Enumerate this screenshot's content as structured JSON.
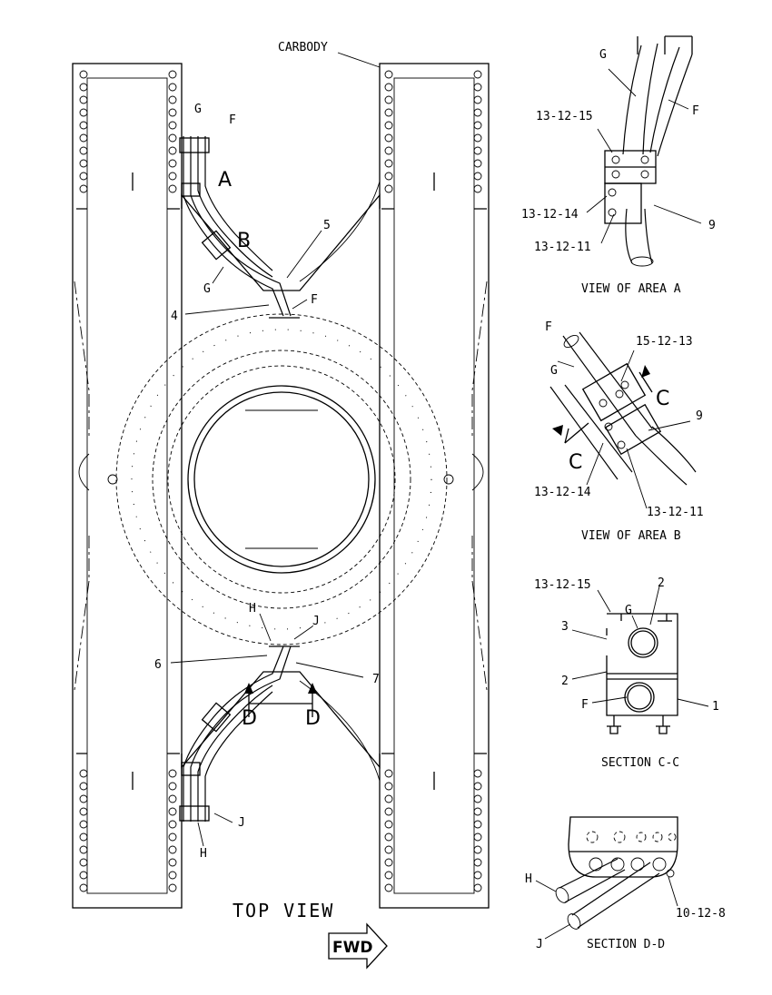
{
  "top_view": {
    "title": "TOP VIEW",
    "carbody_label": "CARBODY",
    "fwd_label": "FWD",
    "callouts": {
      "g_upper": "G",
      "f_upper": "F",
      "area_a": "A",
      "area_b": "B",
      "item_5": "5",
      "g_mid": "G",
      "item_4": "4",
      "f_mid": "F",
      "h_mid": "H",
      "j_mid": "J",
      "item_6": "6",
      "item_7": "7",
      "section_d_left": "D",
      "section_d_right": "D",
      "j_lower": "J",
      "h_lower": "H"
    }
  },
  "view_area_a": {
    "title": "VIEW OF AREA A",
    "callouts": {
      "g": "G",
      "f": "F",
      "part_13_12_15": "13-12-15",
      "part_13_12_14": "13-12-14",
      "part_13_12_11": "13-12-11",
      "item_9": "9"
    }
  },
  "view_area_b": {
    "title": "VIEW OF AREA B",
    "callouts": {
      "f": "F",
      "g": "G",
      "part_15_12_13": "15-12-13",
      "section_c_right": "C",
      "item_9": "9",
      "section_c_left": "C",
      "part_13_12_14": "13-12-14",
      "part_13_12_11": "13-12-11"
    }
  },
  "section_c_c": {
    "title": "SECTION C-C",
    "callouts": {
      "part_13_12_15": "13-12-15",
      "item_2_top": "2",
      "g": "G",
      "item_3": "3",
      "item_2_mid": "2",
      "f": "F",
      "item_1": "1"
    }
  },
  "section_d_d": {
    "title": "SECTION D-D",
    "callouts": {
      "h": "H",
      "part_10_12_8": "10-12-8",
      "j": "J"
    }
  }
}
